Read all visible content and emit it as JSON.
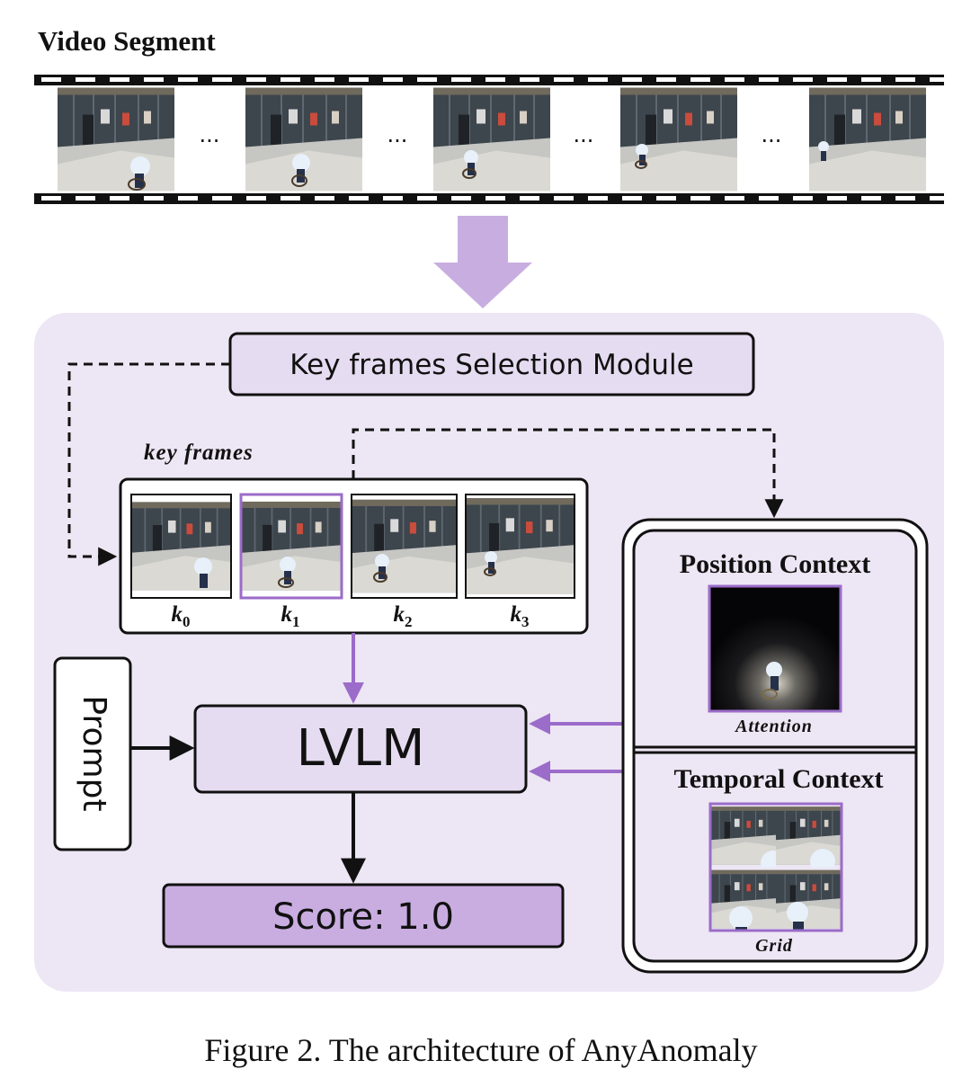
{
  "video_segment": {
    "title": "Video Segment",
    "ellipsis": "..."
  },
  "key_frames_module": {
    "label": "Key frames Selection Module"
  },
  "key_frames": {
    "heading": "key frames",
    "items": [
      {
        "sym": "k",
        "sub": "0"
      },
      {
        "sym": "k",
        "sub": "1"
      },
      {
        "sym": "k",
        "sub": "2"
      },
      {
        "sym": "k",
        "sub": "3"
      }
    ]
  },
  "lvlm": {
    "label": "LVLM"
  },
  "prompt": {
    "label": "Prompt"
  },
  "score": {
    "label": "Score: 1.0"
  },
  "position_context": {
    "title": "Position Context",
    "image_caption": "Attention"
  },
  "temporal_context": {
    "title": "Temporal Context",
    "image_caption": "Grid"
  },
  "caption": "Figure 2. The architecture of AnyAnomaly",
  "colors": {
    "panel_bg": "#ede6f4",
    "box_fill": "#e6dcf1",
    "score_fill": "#c9ade0",
    "big_arrow": "#c8aee0",
    "purple_arrow": "#9b6cc9",
    "highlight_border": "#9b6cc9",
    "ink": "#111111"
  }
}
